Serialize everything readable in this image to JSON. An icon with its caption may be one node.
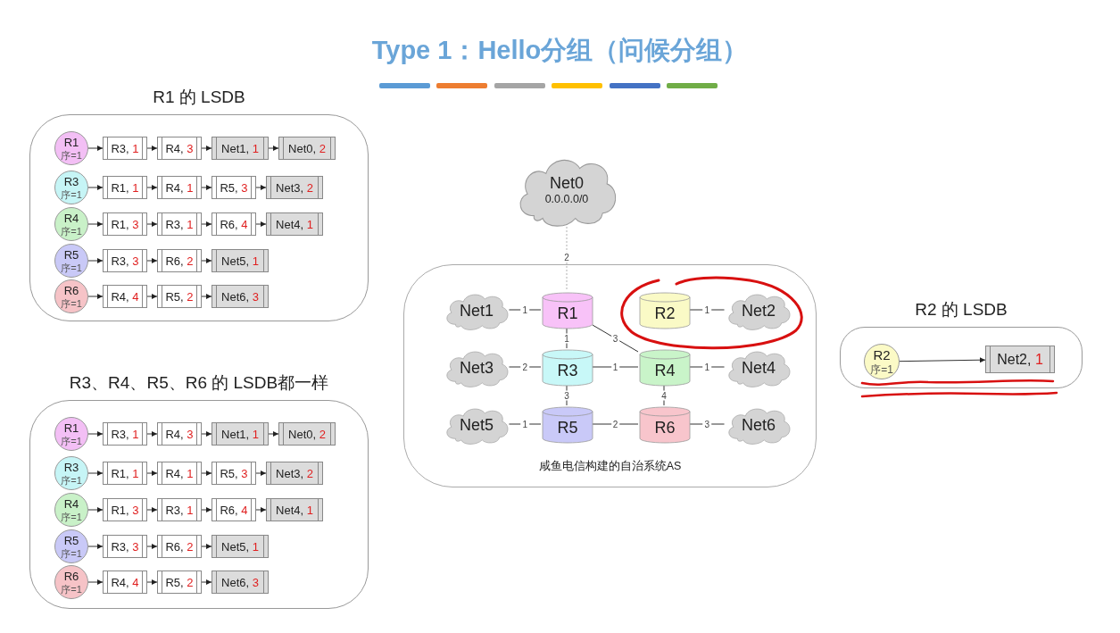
{
  "diagram": {
    "title": "Type 1：Hello分组（问候分组）",
    "nodes": [
      {
        "text": [
          "R1 的 LSDB"
        ]
      },
      {
        "text": [
          "R1",
          "序=1"
        ],
        "in": 0
      },
      {
        "text": [
          "R3, 1"
        ],
        "in": 0
      },
      {
        "text": [
          "R4, 3"
        ],
        "in": 0
      },
      {
        "text": [
          "Net1, 1"
        ],
        "in": 0
      },
      {
        "text": [
          "Net0, 2"
        ],
        "in": 0
      },
      {
        "text": [
          "R3",
          "序=1"
        ],
        "in": 0
      },
      {
        "text": [
          "R1, 1"
        ],
        "in": 0
      },
      {
        "text": [
          "R4, 1"
        ],
        "in": 0
      },
      {
        "text": [
          "R5, 3"
        ],
        "in": 0
      },
      {
        "text": [
          "Net3, 2"
        ],
        "in": 0
      },
      {
        "text": [
          "R4",
          "序=1"
        ],
        "in": 0
      },
      {
        "text": [
          "R1, 3"
        ],
        "in": 0
      },
      {
        "text": [
          "R3, 1"
        ],
        "in": 0
      },
      {
        "text": [
          "R6, 4"
        ],
        "in": 0
      },
      {
        "text": [
          "Net4, 1"
        ],
        "in": 0
      },
      {
        "text": [
          "R5",
          "序=1"
        ],
        "in": 0
      },
      {
        "text": [
          "R3, 3"
        ],
        "in": 0
      },
      {
        "text": [
          "R6, 2"
        ],
        "in": 0
      },
      {
        "text": [
          "Net5, 1"
        ],
        "in": 0
      },
      {
        "text": [
          "R6",
          "序=1"
        ],
        "in": 0
      },
      {
        "text": [
          "R4, 4"
        ],
        "in": 0
      },
      {
        "text": [
          "R5, 2"
        ],
        "in": 0
      },
      {
        "text": [
          "Net6, 3"
        ],
        "in": 0
      },
      {
        "text": [
          "R3、R4、R5、R6 的 LSDB都一样"
        ]
      },
      {
        "text": [
          "R1",
          "序=1"
        ],
        "in": 24
      },
      {
        "text": [
          "R3, 1"
        ],
        "in": 24
      },
      {
        "text": [
          "R4, 3"
        ],
        "in": 24
      },
      {
        "text": [
          "Net1, 1"
        ],
        "in": 24
      },
      {
        "text": [
          "Net0, 2"
        ],
        "in": 24
      },
      {
        "text": [
          "R3",
          "序=1"
        ],
        "in": 24
      },
      {
        "text": [
          "R1, 1"
        ],
        "in": 24
      },
      {
        "text": [
          "R4, 1"
        ],
        "in": 24
      },
      {
        "text": [
          "R5, 3"
        ],
        "in": 24
      },
      {
        "text": [
          "Net3, 2"
        ],
        "in": 24
      },
      {
        "text": [
          "R4",
          "序=1"
        ],
        "in": 24
      },
      {
        "text": [
          "R1, 3"
        ],
        "in": 24
      },
      {
        "text": [
          "R3, 1"
        ],
        "in": 24
      },
      {
        "text": [
          "R6, 4"
        ],
        "in": 24
      },
      {
        "text": [
          "Net4, 1"
        ],
        "in": 24
      },
      {
        "text": [
          "R5",
          "序=1"
        ],
        "in": 24
      },
      {
        "text": [
          "R3, 3"
        ],
        "in": 24
      },
      {
        "text": [
          "R6, 2"
        ],
        "in": 24
      },
      {
        "text": [
          "Net5, 1"
        ],
        "in": 24
      },
      {
        "text": [
          "R6",
          "序=1"
        ],
        "in": 24
      },
      {
        "text": [
          "R4, 4"
        ],
        "in": 24
      },
      {
        "text": [
          "R5, 2"
        ],
        "in": 24
      },
      {
        "text": [
          "Net6, 3"
        ],
        "in": 24
      },
      {
        "text": [
          "Net0",
          "0.0.0.0/0"
        ]
      },
      {
        "text": [
          "咸鱼电信构建的自治系统AS"
        ]
      },
      {
        "text": [
          "Net1"
        ],
        "in": 49
      },
      {
        "text": [
          "R1"
        ],
        "in": 49
      },
      {
        "text": [
          "R2"
        ],
        "in": 49
      },
      {
        "text": [
          "Net2"
        ],
        "in": 49
      },
      {
        "text": [
          "Net3"
        ],
        "in": 49
      },
      {
        "text": [
          "R3"
        ],
        "in": 49
      },
      {
        "text": [
          "R4"
        ],
        "in": 49
      },
      {
        "text": [
          "Net4"
        ],
        "in": 49
      },
      {
        "text": [
          "Net5"
        ],
        "in": 49
      },
      {
        "text": [
          "R5"
        ],
        "in": 49
      },
      {
        "text": [
          "R6"
        ],
        "in": 49
      },
      {
        "text": [
          "Net6"
        ],
        "in": 49
      },
      {
        "text": [
          "R2 的 LSDB"
        ]
      },
      {
        "text": [
          "R2",
          "序=1"
        ],
        "in": 62
      },
      {
        "text": [
          "Net2, 1"
        ],
        "in": 62
      }
    ],
    "edges": [
      {
        "from": 1,
        "to": 2,
        "arrow": "to"
      },
      {
        "from": 2,
        "to": 3,
        "arrow": "to"
      },
      {
        "from": 3,
        "to": 4,
        "arrow": "to"
      },
      {
        "from": 4,
        "to": 5,
        "arrow": "to"
      },
      {
        "from": 6,
        "to": 7,
        "arrow": "to"
      },
      {
        "from": 7,
        "to": 8,
        "arrow": "to"
      },
      {
        "from": 8,
        "to": 9,
        "arrow": "to"
      },
      {
        "from": 9,
        "to": 10,
        "arrow": "to"
      },
      {
        "from": 11,
        "to": 12,
        "arrow": "to"
      },
      {
        "from": 12,
        "to": 13,
        "arrow": "to"
      },
      {
        "from": 13,
        "to": 14,
        "arrow": "to"
      },
      {
        "from": 14,
        "to": 15,
        "arrow": "to"
      },
      {
        "from": 16,
        "to": 17,
        "arrow": "to"
      },
      {
        "from": 17,
        "to": 18,
        "arrow": "to"
      },
      {
        "from": 18,
        "to": 19,
        "arrow": "to"
      },
      {
        "from": 20,
        "to": 21,
        "arrow": "to"
      },
      {
        "from": 21,
        "to": 22,
        "arrow": "to"
      },
      {
        "from": 22,
        "to": 23,
        "arrow": "to"
      },
      {
        "from": 25,
        "to": 26,
        "arrow": "to"
      },
      {
        "from": 26,
        "to": 27,
        "arrow": "to"
      },
      {
        "from": 27,
        "to": 28,
        "arrow": "to"
      },
      {
        "from": 28,
        "to": 29,
        "arrow": "to"
      },
      {
        "from": 30,
        "to": 31,
        "arrow": "to"
      },
      {
        "from": 31,
        "to": 32,
        "arrow": "to"
      },
      {
        "from": 32,
        "to": 33,
        "arrow": "to"
      },
      {
        "from": 33,
        "to": 34,
        "arrow": "to"
      },
      {
        "from": 35,
        "to": 36,
        "arrow": "to"
      },
      {
        "from": 36,
        "to": 37,
        "arrow": "to"
      },
      {
        "from": 37,
        "to": 38,
        "arrow": "to"
      },
      {
        "from": 38,
        "to": 39,
        "arrow": "to"
      },
      {
        "from": 40,
        "to": 41,
        "arrow": "to"
      },
      {
        "from": 41,
        "to": 42,
        "arrow": "to"
      },
      {
        "from": 42,
        "to": 43,
        "arrow": "to"
      },
      {
        "from": 44,
        "to": 45,
        "arrow": "to"
      },
      {
        "from": 45,
        "to": 46,
        "arrow": "to"
      },
      {
        "from": 46,
        "to": 47,
        "arrow": "to"
      },
      {
        "from": 48,
        "to": 51,
        "arrow": "none",
        "label": "2",
        "style": "dashed",
        "color": "#b0b0b0"
      },
      {
        "from": 50,
        "to": 51,
        "arrow": "none",
        "label": "1"
      },
      {
        "from": 52,
        "to": 53,
        "arrow": "none",
        "label": "1"
      },
      {
        "from": 51,
        "to": 55,
        "arrow": "none",
        "label": "1"
      },
      {
        "from": 51,
        "to": 56,
        "arrow": "none",
        "label": "3"
      },
      {
        "from": 54,
        "to": 55,
        "arrow": "none",
        "label": "2"
      },
      {
        "from": 55,
        "to": 56,
        "arrow": "none",
        "label": "1"
      },
      {
        "from": 56,
        "to": 57,
        "arrow": "none",
        "label": "1"
      },
      {
        "from": 55,
        "to": 59,
        "arrow": "none",
        "label": "3"
      },
      {
        "from": 56,
        "to": 60,
        "arrow": "none",
        "label": "4"
      },
      {
        "from": 58,
        "to": 59,
        "arrow": "none",
        "label": "1"
      },
      {
        "from": 59,
        "to": 60,
        "arrow": "none",
        "label": "2"
      },
      {
        "from": 60,
        "to": 61,
        "arrow": "none",
        "label": "3"
      },
      {
        "from": 63,
        "to": 64,
        "arrow": "to"
      }
    ]
  }
}
